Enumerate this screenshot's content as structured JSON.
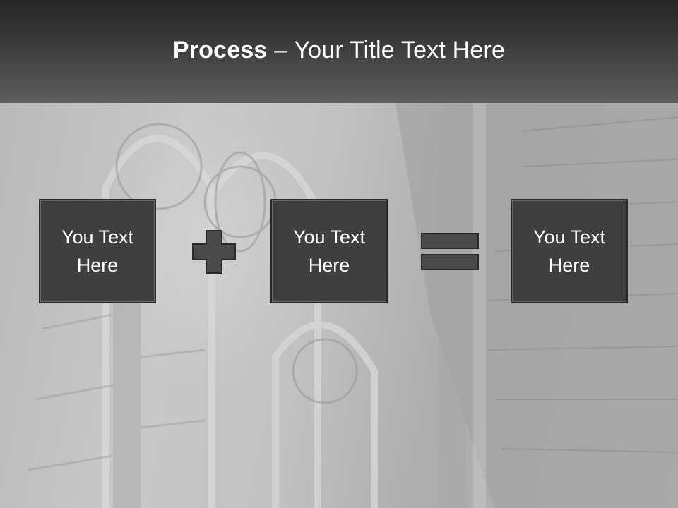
{
  "slide": {
    "title_strong": "Process",
    "title_dash": " – ",
    "title_rest": "Your Title Text Here"
  },
  "process": {
    "boxes": [
      {
        "text": "You Text\nHere"
      },
      {
        "text": "You Text\nHere"
      },
      {
        "text": "You Text\nHere"
      }
    ],
    "operators": [
      "plus-icon",
      "equals-icon"
    ]
  },
  "colors": {
    "box_fill": "#3f3f3f",
    "box_border": "#2a2a2a",
    "operator_fill": "#4a4a4a",
    "header_top": "#262626",
    "header_bottom": "#5e5e5e",
    "text": "#ffffff"
  }
}
